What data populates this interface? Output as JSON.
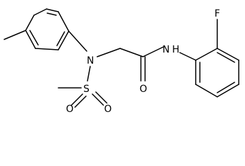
{
  "molecule": {
    "labels": {
      "fluorine": "F",
      "amide_nh": "N",
      "amide_h": "H",
      "sulfonamide_n": "N",
      "sulfur": "S",
      "sulfonyl_o_left": "O",
      "sulfonyl_o_right": "O",
      "carbonyl_o": "O"
    }
  }
}
